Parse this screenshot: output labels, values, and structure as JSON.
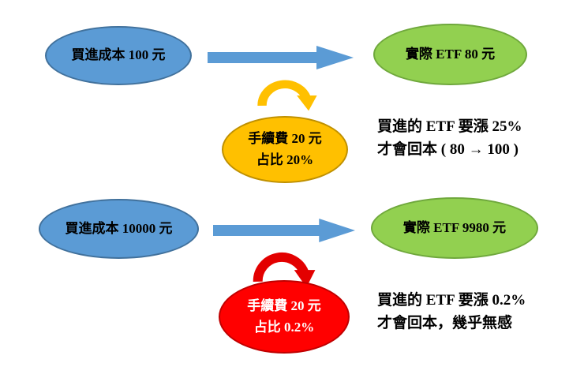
{
  "colors": {
    "cost_ellipse_fill": "#5B9BD5",
    "cost_ellipse_border": "#41719C",
    "result_ellipse_fill": "#92D050",
    "result_ellipse_border": "#6FA83C",
    "fee_ellipse_small_fill": "#FFC000",
    "fee_ellipse_small_border": "#BF9000",
    "fee_ellipse_large_fill": "#FF0000",
    "fee_ellipse_large_border": "#C00000",
    "straight_arrow": "#5B9BD5",
    "curved_arrow_small": "#FFC000",
    "curved_arrow_large": "#E30000",
    "text_default": "#000000",
    "fee_large_text": "#FFFFFF",
    "background": "#FFFFFF"
  },
  "rows": [
    {
      "cost_label": "買進成本 100 元",
      "result_label": "實際 ETF 80 元",
      "fee_line1": "手續費 20 元",
      "fee_line2": "占比 20%",
      "note_line1": "買進的 ETF 要漲 25%",
      "note_line2": "才會回本 ( 80 → 100 )"
    },
    {
      "cost_label": "買進成本 10000 元",
      "result_label": "實際 ETF 9980 元",
      "fee_line1": "手續費 20 元",
      "fee_line2": "占比 0.2%",
      "note_line1": "買進的 ETF 要漲 0.2%",
      "note_line2": "才會回本，幾乎無感"
    }
  ]
}
